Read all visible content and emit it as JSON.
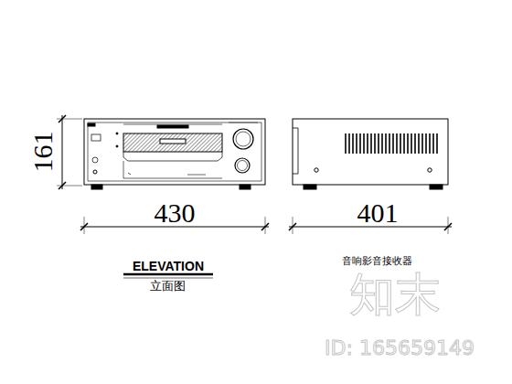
{
  "diagram": {
    "labels": [
      "161",
      "430",
      "401",
      "ELEVATION",
      "立面图",
      "音响影音接收器",
      "知末",
      "ID: 165659149"
    ]
  }
}
